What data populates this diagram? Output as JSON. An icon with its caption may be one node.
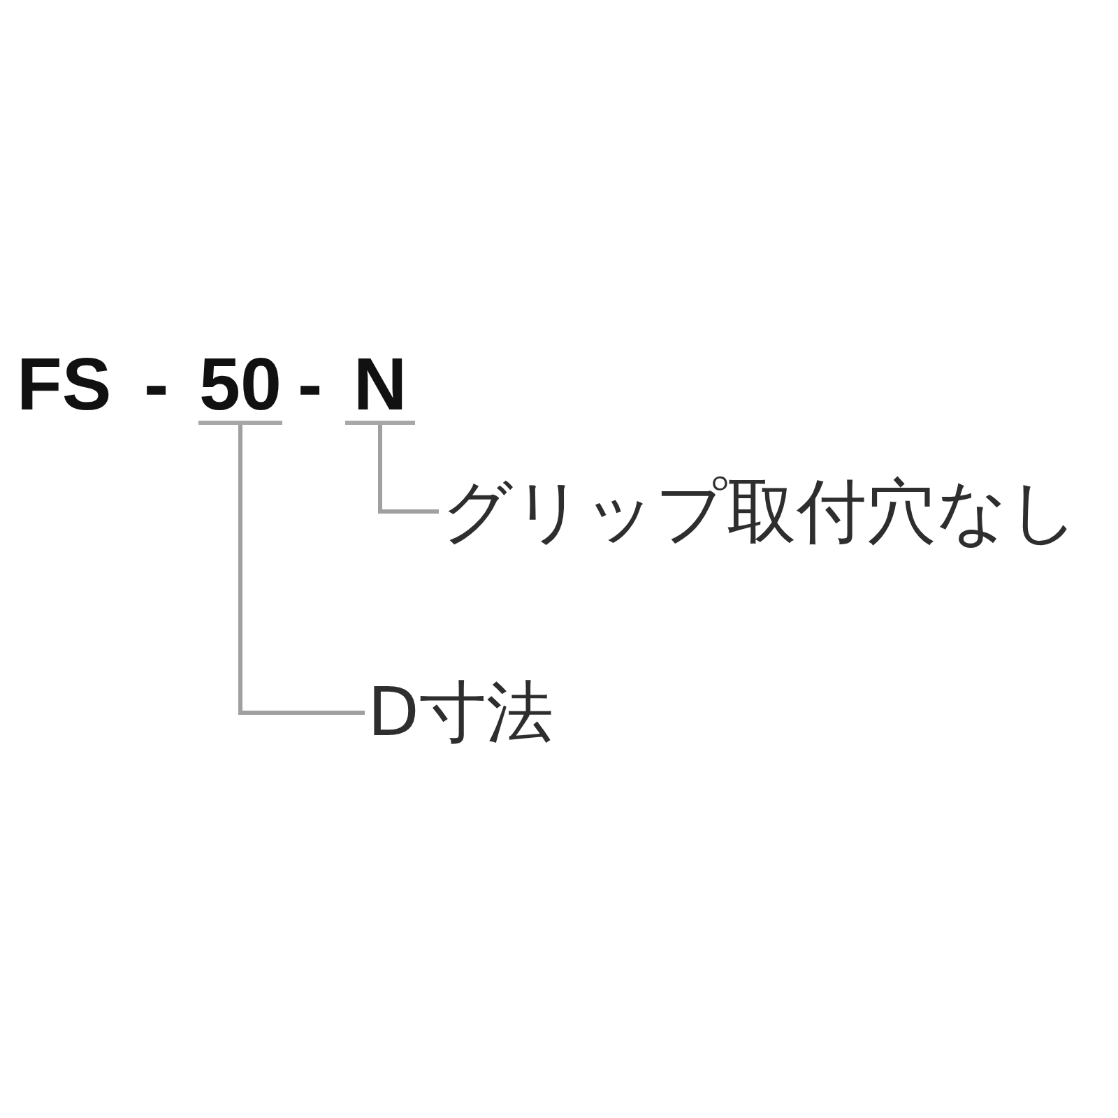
{
  "diagram": {
    "nodes": [
      {
        "text": [
          "50"
        ]
      },
      {
        "text": [
          "N"
        ]
      },
      {
        "text": [
          "グリップ取付穴なし"
        ]
      },
      {
        "text": [
          "D寸法"
        ]
      }
    ],
    "edges": [
      {
        "from": 2,
        "to": 1,
        "arrow": "none"
      },
      {
        "from": 3,
        "to": 0,
        "arrow": "none"
      }
    ],
    "labels": [
      "FS",
      "-",
      "-"
    ]
  }
}
